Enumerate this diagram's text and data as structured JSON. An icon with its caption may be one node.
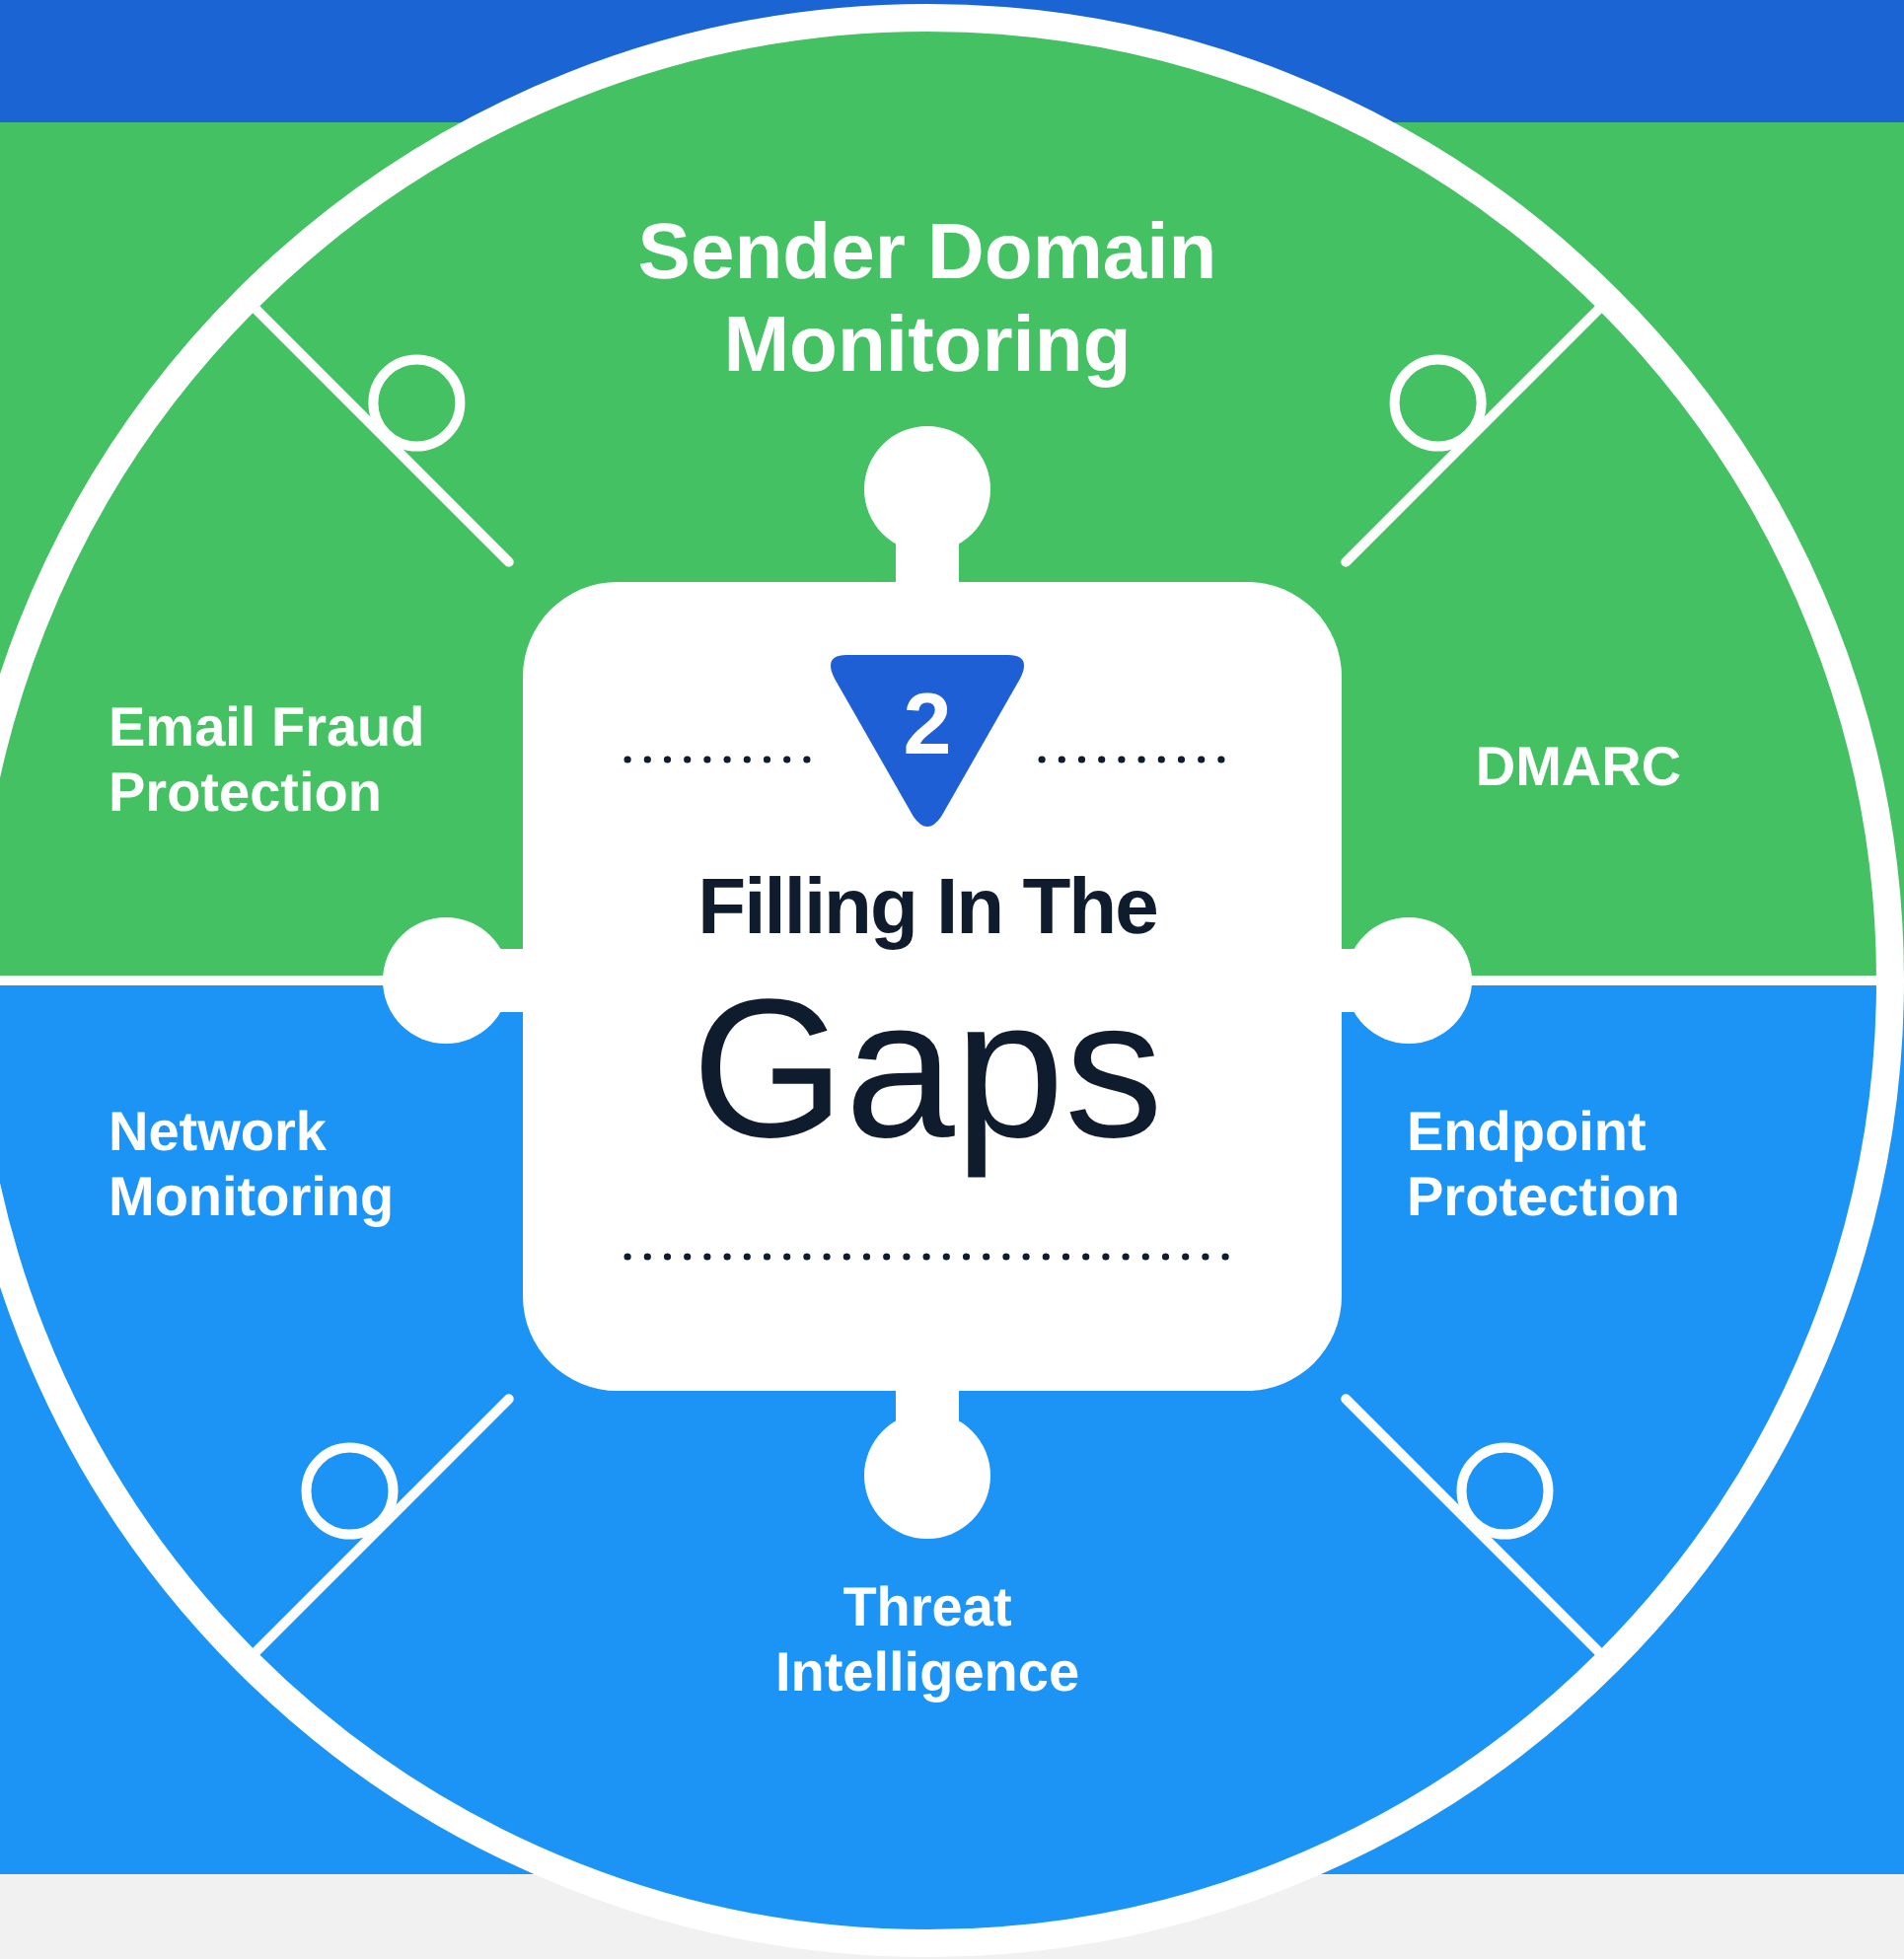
{
  "diagram": {
    "nodes": [
      {
        "text": [],
        "shape": "bar"
      },
      {
        "text": [
          "Sender Domain Monitoring"
        ]
      },
      {
        "text": [
          "Email Fraud Protection"
        ]
      },
      {
        "text": [
          "DMARC"
        ]
      },
      {
        "text": [
          "Filling In The",
          "Gaps"
        ]
      },
      {
        "text": [
          "2"
        ]
      },
      {
        "text": [
          "Network Monitoring"
        ]
      },
      {
        "text": [
          "Endpoint Protection"
        ]
      },
      {
        "text": [
          "Threat Intelligence"
        ]
      }
    ],
    "edges": []
  }
}
